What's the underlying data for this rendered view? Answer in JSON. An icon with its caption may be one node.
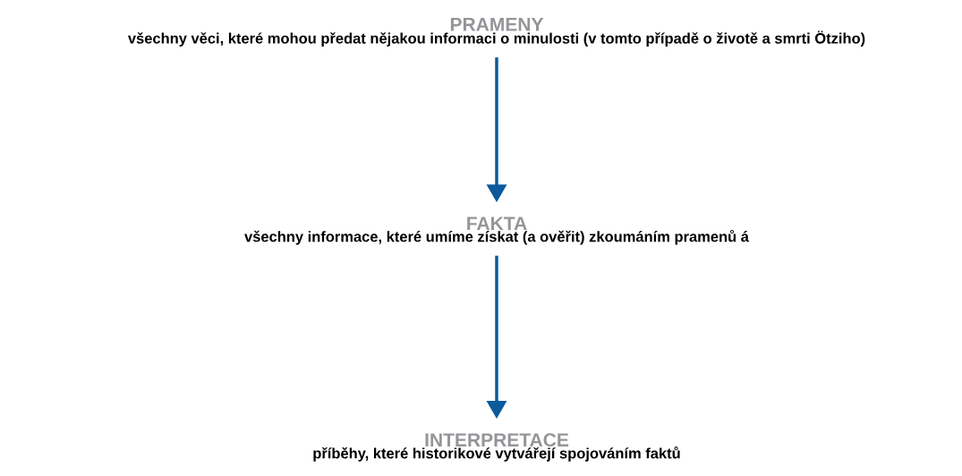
{
  "diagram": {
    "nodes": [
      {
        "text": [
          "PRAMENY",
          "všechny věci, které mohou předat nějakou informaci o minulosti (v tomto případě o životě a smrti Ötziho)"
        ]
      },
      {
        "text": [
          "FAKTA",
          "všechny informace, které umíme získat (a ověřit) zkoumáním pramenů á"
        ]
      },
      {
        "text": [
          "INTERPRETACE",
          "příběhy, které historikové vytvářejí spojováním faktů"
        ]
      }
    ],
    "edges": [
      {
        "from": 0,
        "to": 1,
        "arrow": "to"
      },
      {
        "from": 1,
        "to": 2,
        "arrow": "to"
      }
    ]
  }
}
